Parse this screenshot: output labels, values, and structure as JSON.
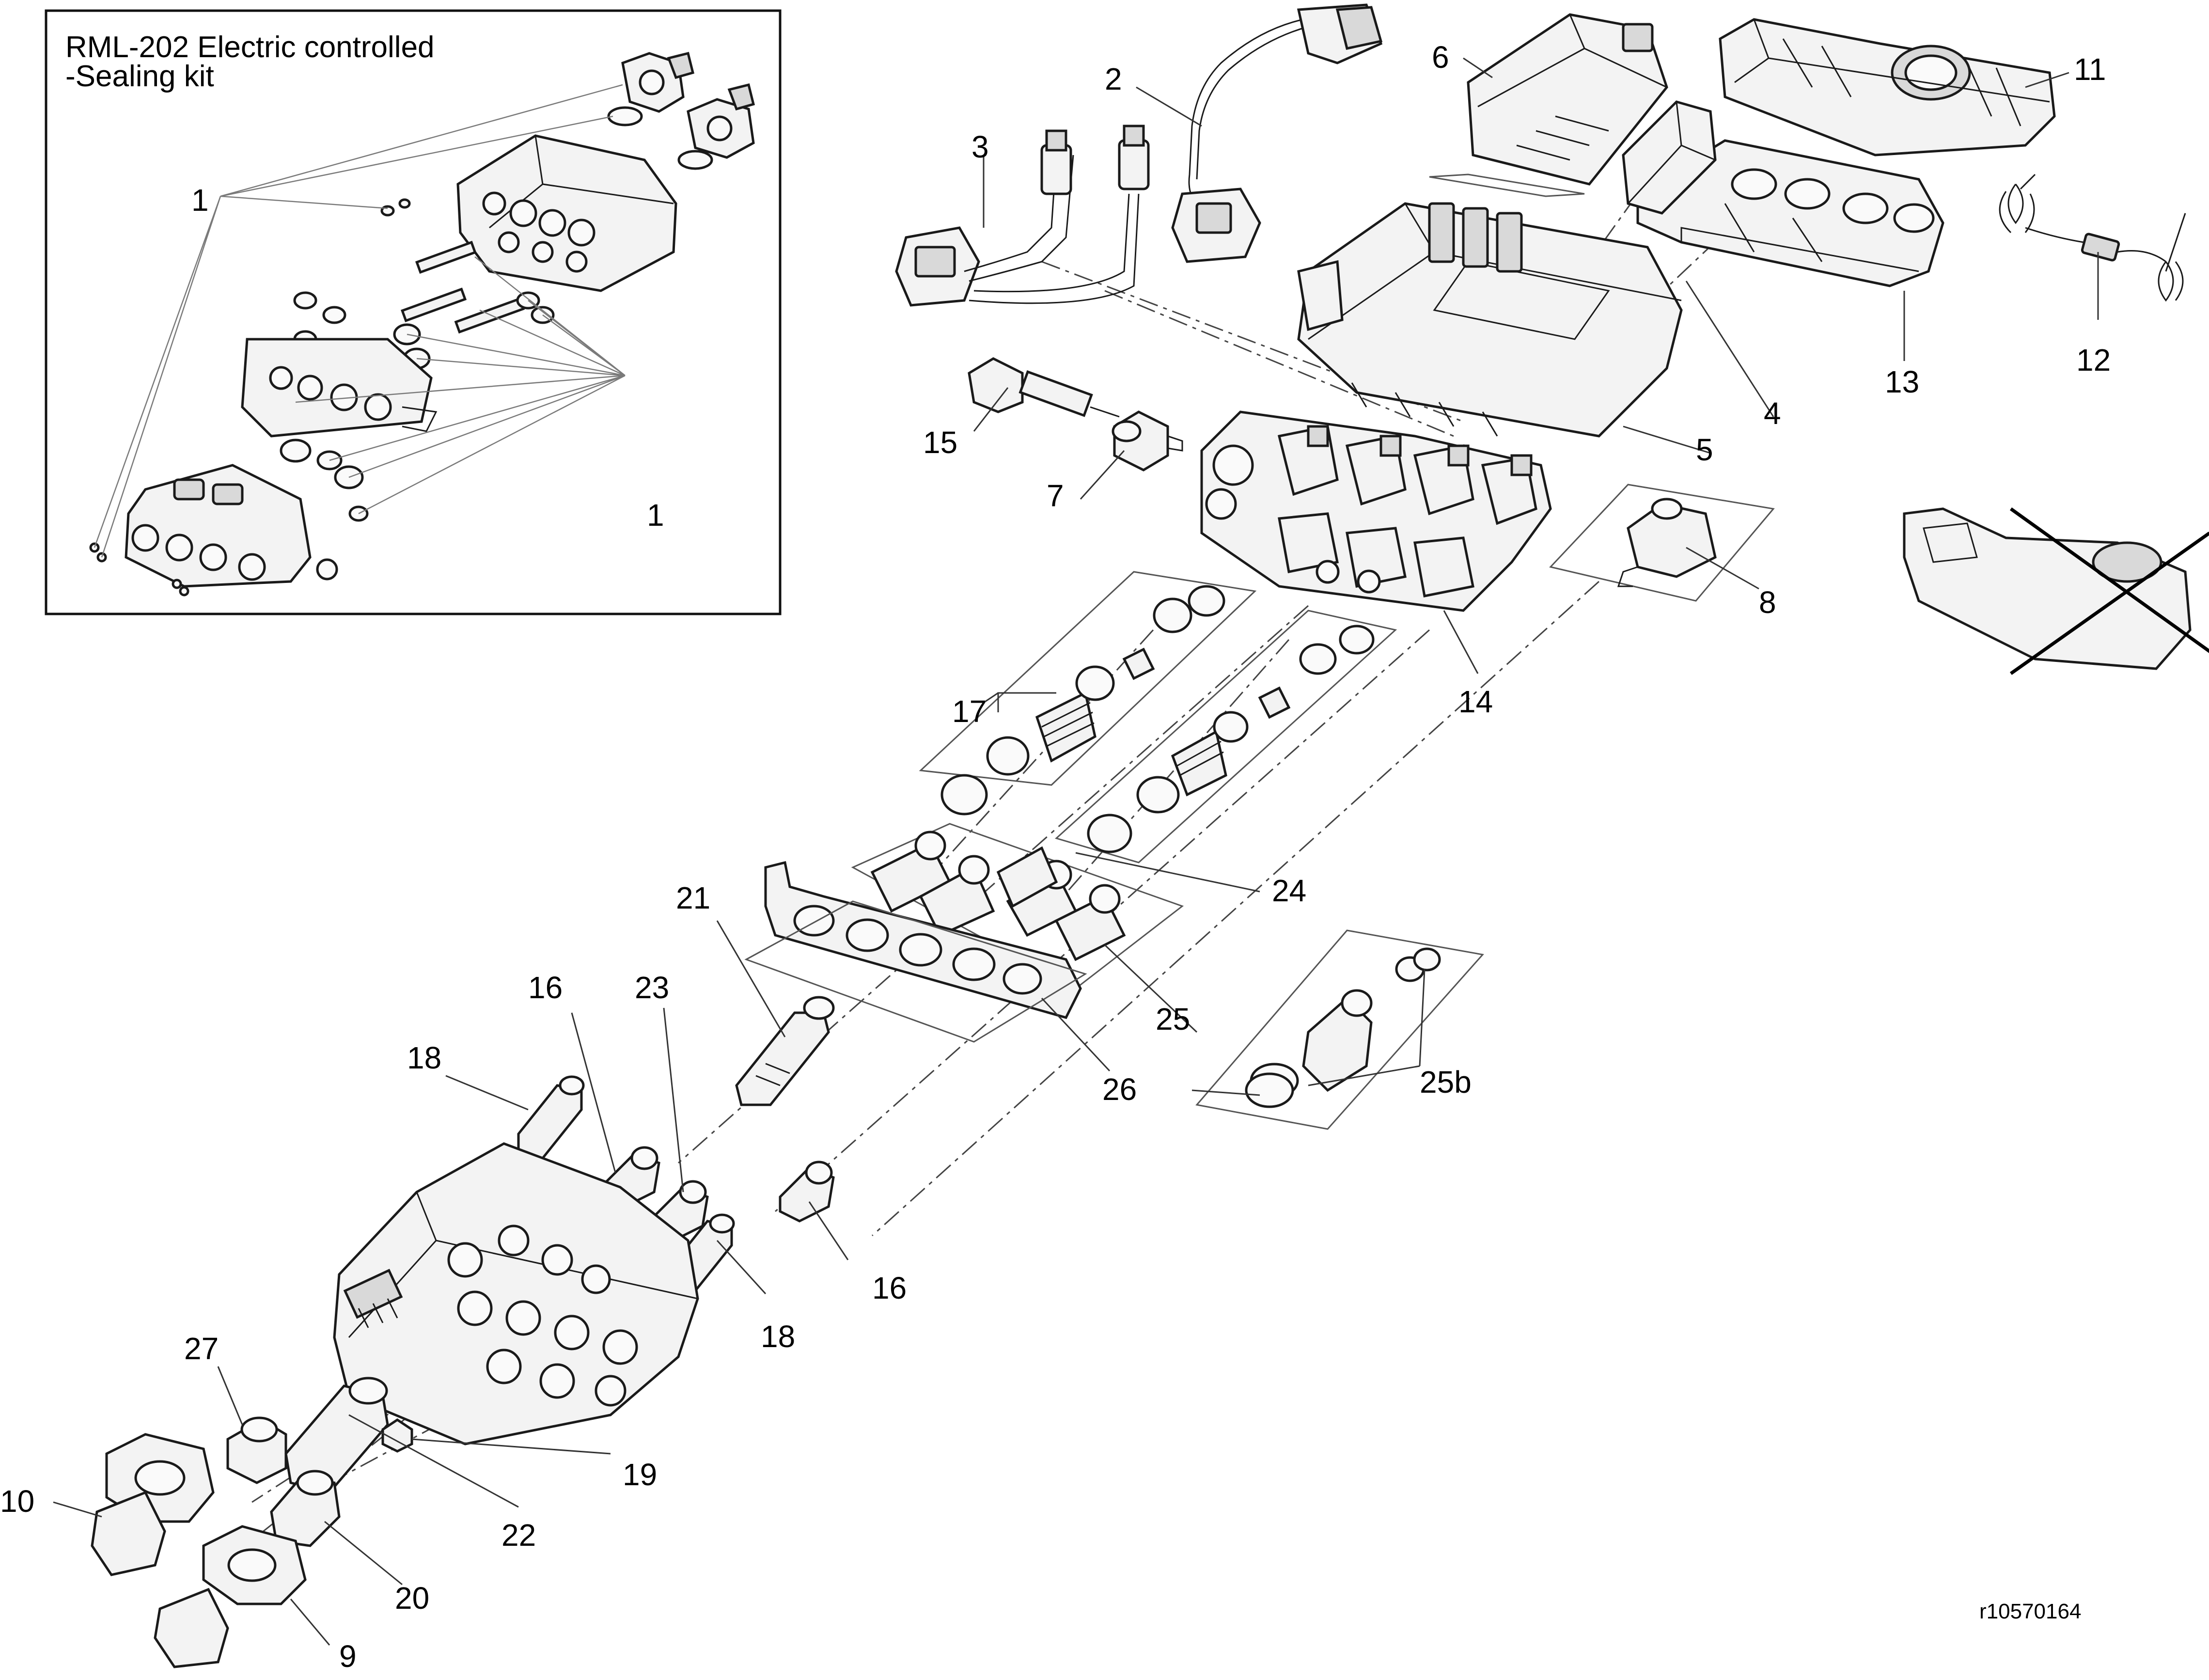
{
  "inset": {
    "title_line1": "RML-202 Electric controlled",
    "title_line2": "-Sealing kit",
    "label_top": "1",
    "label_bottom": "1"
  },
  "callouts": {
    "c2": "2",
    "c3": "3",
    "c4": "4",
    "c5": "5",
    "c6": "6",
    "c7": "7",
    "c8": "8",
    "c9": "9",
    "c10": "10",
    "c11": "11",
    "c12": "12",
    "c13": "13",
    "c14": "14",
    "c15": "15",
    "c16a": "16",
    "c16b": "16",
    "c17": "17",
    "c18a": "18",
    "c18b": "18",
    "c19": "19",
    "c20": "20",
    "c21": "21",
    "c22": "22",
    "c23": "23",
    "c24": "24",
    "c25": "25",
    "c25b": "25b",
    "c26": "26",
    "c27": "27"
  },
  "reference_number": "r10570164"
}
